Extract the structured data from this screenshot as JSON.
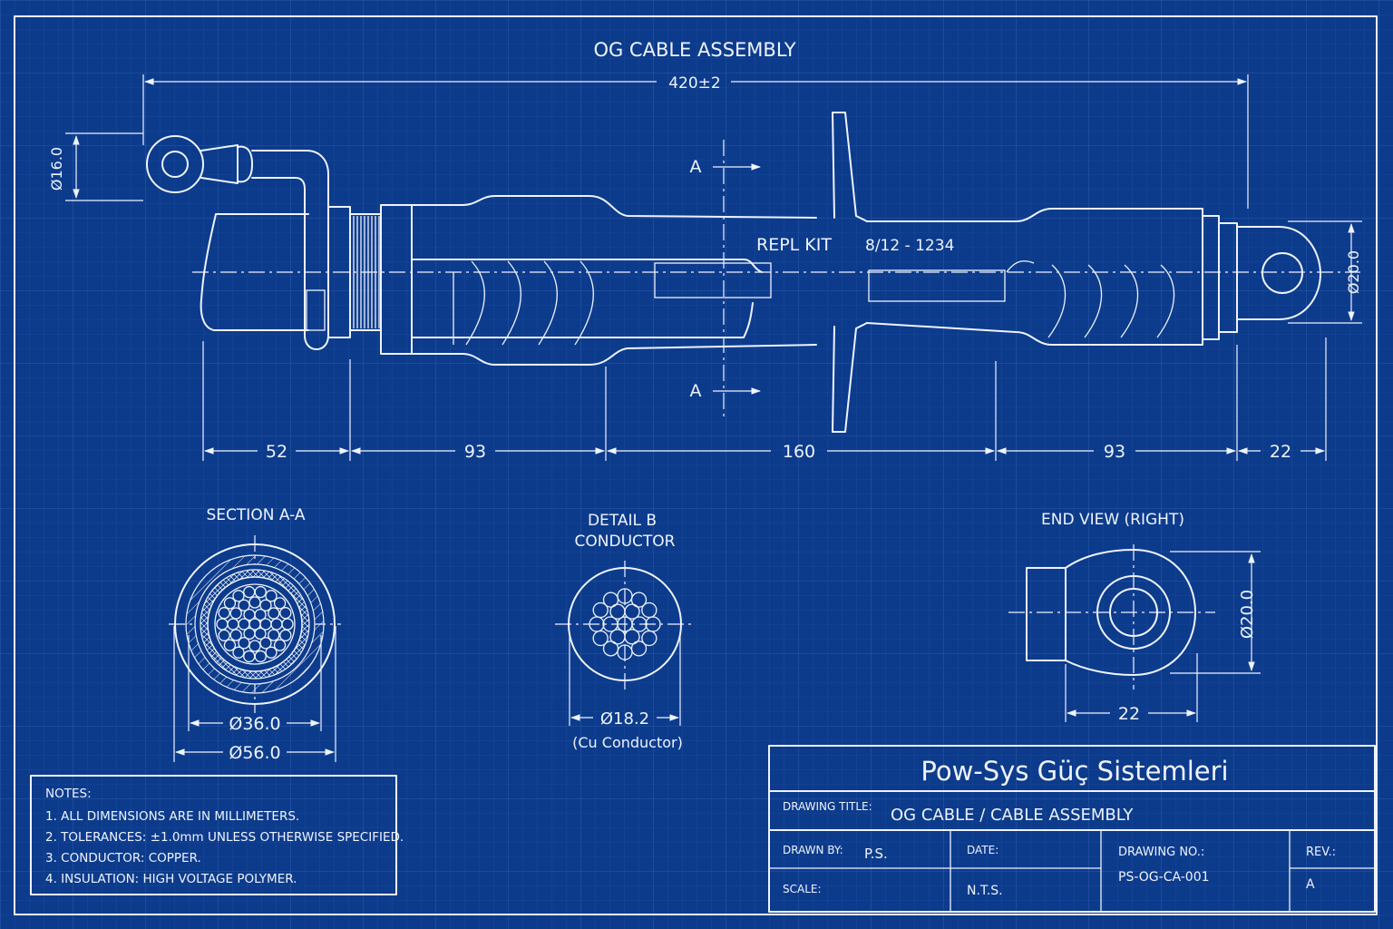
{
  "title": "OG CABLE ASSEMBLY",
  "overall_dim": "420±2",
  "left_dim": "Ø16.0",
  "right_dim": "Ø20.0",
  "section_mark": "A",
  "kit_label": "REPL  KIT",
  "kit_code": "8/12 - 1234",
  "segment_dims": [
    "52",
    "93",
    "160",
    "93",
    "22"
  ],
  "views": {
    "section": {
      "title": "SECTION A-A",
      "inner_dim": "Ø36.0",
      "outer_dim": "Ø56.0"
    },
    "detail": {
      "title_line1": "DETAIL B",
      "title_line2": "CONDUCTOR",
      "dim": "Ø18.2",
      "note": "(Cu Conductor)"
    },
    "end": {
      "title": "END VIEW (RIGHT)",
      "height_dim": "Ø20.0",
      "width_dim": "22"
    }
  },
  "notes": {
    "heading": "NOTES:",
    "items": [
      "1.  ALL DIMENSIONS ARE IN MILLIMETERS.",
      "2.  TOLERANCES: ±1.0mm UNLESS OTHERWISE SPECIFIED.",
      "3.  CONDUCTOR: COPPER.",
      "4.  INSULATION: HIGH VOLTAGE POLYMER."
    ]
  },
  "title_block": {
    "company": "Pow-Sys Güç Sistemleri",
    "drawing_title_label": "DRAWING TITLE:",
    "drawing_title": "OG CABLE / CABLE ASSEMBLY",
    "drawn_by_label": "DRAWN BY:",
    "drawn_by": "P.S.",
    "date_label": "DATE:",
    "date": "",
    "drawing_no_label": "DRAWING NO.:",
    "drawing_no": "PS-OG-CA-001",
    "rev_label": "REV.:",
    "rev": "A",
    "scale_label": "SCALE:",
    "scale": "N.T.S."
  },
  "colors": {
    "background": "#0d3b8c",
    "line": "#eef3ff"
  }
}
